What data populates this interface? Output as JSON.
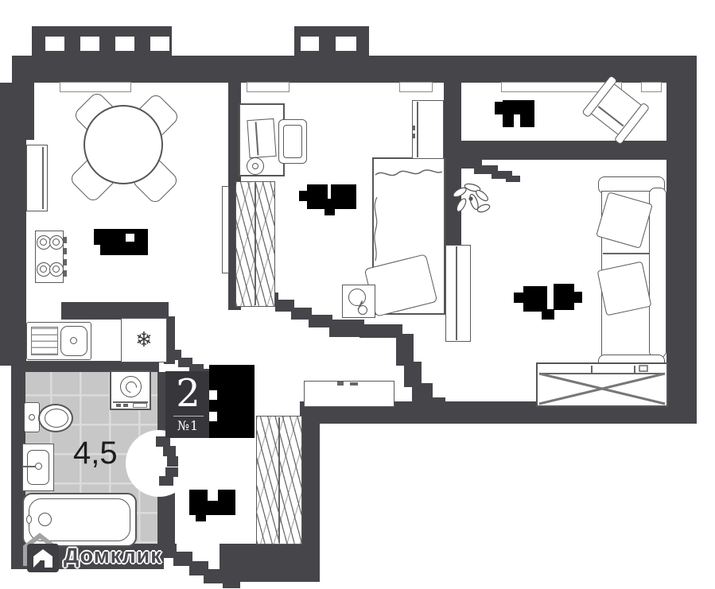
{
  "floor_plan": {
    "badge": {
      "rooms_count": "2",
      "apartment_number": "№1"
    },
    "labels": {
      "bathroom_area": "4,5"
    },
    "watermark": {
      "brand": "Домклик"
    },
    "icons": {
      "fridge_snowflake": "❄"
    },
    "colors": {
      "wall": "#46454a",
      "tile_floor": "#c7c7c7",
      "tile_grout": "#dbdbdb",
      "redacted_label": "#000000",
      "badge_background": "#37363b",
      "badge_text": "#ffffff",
      "furniture_stroke": "#565656",
      "watermark_color": "#4a494e"
    }
  }
}
